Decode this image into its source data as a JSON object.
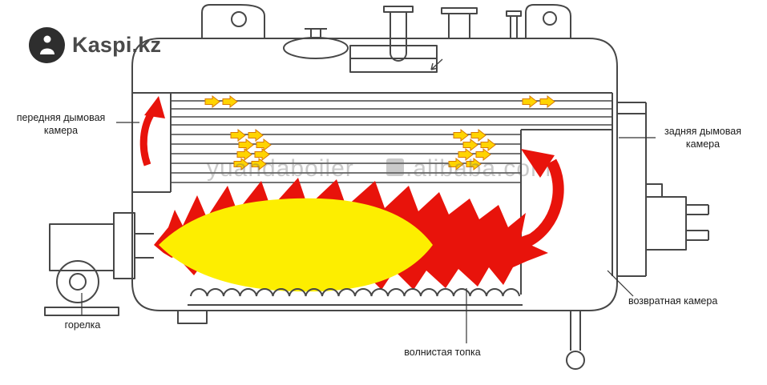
{
  "logo": {
    "text": "Kaspi.kz"
  },
  "watermark": {
    "left": "yuandaboiler",
    "right": ".alibaba.com"
  },
  "labels": {
    "front_chamber": "передняя дымовая камера",
    "rear_chamber": "задняя дымовая камера",
    "burner": "горелка",
    "furnace": "волнистая топка",
    "return_chamber": "возвратная камера"
  },
  "colors": {
    "line": "#474747",
    "flame_red": "#e8130b",
    "flame_yellow": "#fdee00",
    "arrow_yellow": "#ffd400",
    "arrow_outline": "#d97a00",
    "watermark_gray": "#9a9a9a"
  }
}
